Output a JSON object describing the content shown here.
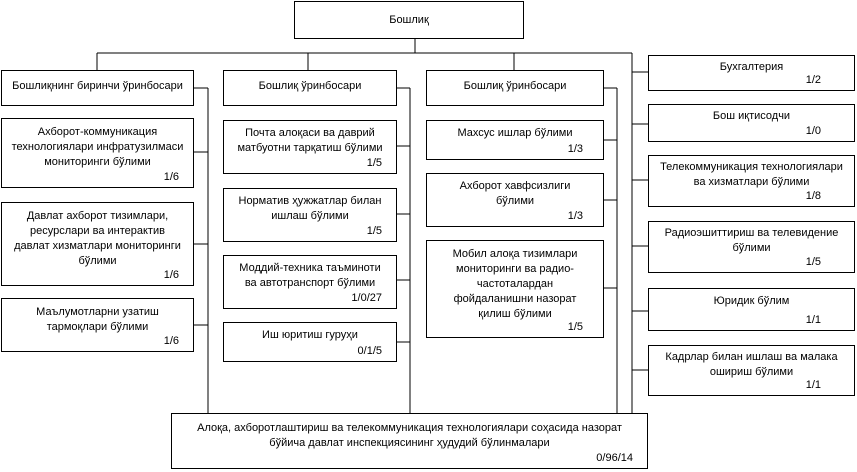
{
  "head": {
    "title": "Бошлиқ"
  },
  "deputies": [
    {
      "title": "Бошлиқнинг биринчи ўринбосари"
    },
    {
      "title": "Бошлиқ ўринбосари"
    },
    {
      "title": "Бошлиқ ўринбосари"
    }
  ],
  "col1": [
    {
      "title": "Ахборот-коммуникация\nтехнологиялари инфратузилмаси\nмониторинги бўлими",
      "code": "1/6"
    },
    {
      "title": "Давлат ахборот тизимлари,\nресурслари ва интерактив\nдавлат хизматлари мониторинги\nбўлими",
      "code": "1/6"
    },
    {
      "title": "Маълумотларни узатиш\nтармоқлари бўлими",
      "code": "1/6"
    }
  ],
  "col2": [
    {
      "title": "Почта алоқаси ва даврий\nматбуотни тарқатиш бўлими",
      "code": "1/5"
    },
    {
      "title": "Норматив ҳужжатлар билан\nишлаш бўлими",
      "code": "1/5"
    },
    {
      "title": "Моддий-техника таъминоти\nва автотранспорт бўлими",
      "code": "1/0/27"
    },
    {
      "title": "Иш юритиш гуруҳи",
      "code": "0/1/5"
    }
  ],
  "col3": [
    {
      "title": "Махсус ишлар бўлими",
      "code": "1/3"
    },
    {
      "title": "Ахборот хавфсизлиги\nбўлими",
      "code": "1/3"
    },
    {
      "title": "Мобил алоқа тизимлари\nмониторинги ва радио-\nчастоталардан\nфойдаланишни назорат\nқилиш бўлими",
      "code": "1/5"
    }
  ],
  "right": [
    {
      "title": "Бухгалтерия",
      "code": "1/2"
    },
    {
      "title": "Бош иқтисодчи",
      "code": "1/0"
    },
    {
      "title": "Телекоммуникация технологиялари\nва хизматлари бўлими",
      "code": "1/8"
    },
    {
      "title": "Радиоэшиттириш ва телевидение\nбўлими",
      "code": "1/5"
    },
    {
      "title": "Юридик бўлим",
      "code": "1/1"
    },
    {
      "title": "Кадрлар билан ишлаш ва малака\nошириш бўлими",
      "code": "1/1"
    }
  ],
  "bottom": {
    "title": "Алоқа, ахборотлаштириш ва телекоммуникация технологиялари соҳасида назорат\nбўйича давлат инспекциясининг ҳудудий бўлинмалари",
    "code": "0/96/14"
  }
}
